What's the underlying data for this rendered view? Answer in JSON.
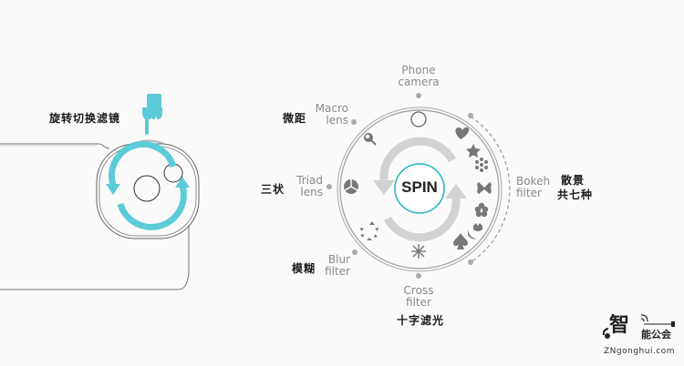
{
  "left_panel": {
    "instruction": "旋转切换滤镜",
    "accent_color": "#5ccbd8",
    "icons": [
      "pointing-hand-icon",
      "rotate-arrows-icon",
      "phone-lens-icon"
    ]
  },
  "dial": {
    "center_label": "SPIN",
    "ring_color": "#9a9a9a",
    "spin_ring_color": "#2bb7c5",
    "arrow_color": "#d2d2d2",
    "positions": [
      {
        "key": "phone",
        "en_line1": "Phone",
        "en_line2": "camera",
        "cn": ""
      },
      {
        "key": "macro",
        "en_line1": "Macro",
        "en_line2": "lens",
        "cn": "微距"
      },
      {
        "key": "triad",
        "en_line1": "Triad",
        "en_line2": "lens",
        "cn": "三状"
      },
      {
        "key": "blur",
        "en_line1": "Blur",
        "en_line2": "filter",
        "cn": "模糊"
      },
      {
        "key": "cross",
        "en_line1": "Cross",
        "en_line2": "filter",
        "cn": "十字滤光"
      },
      {
        "key": "bokeh",
        "en_line1": "Bokeh",
        "en_line2": "filter",
        "cn_line1": "散景",
        "cn_line2": "共七种"
      }
    ],
    "bokeh_shapes": [
      "heart-icon",
      "star-icon",
      "snowflake-icon",
      "butterfly-icon",
      "flower-icon",
      "tulip-icon",
      "spade-icon"
    ]
  },
  "watermark": {
    "cn": "能公会",
    "big_char": "智",
    "url": "ZNgonghui.com"
  }
}
